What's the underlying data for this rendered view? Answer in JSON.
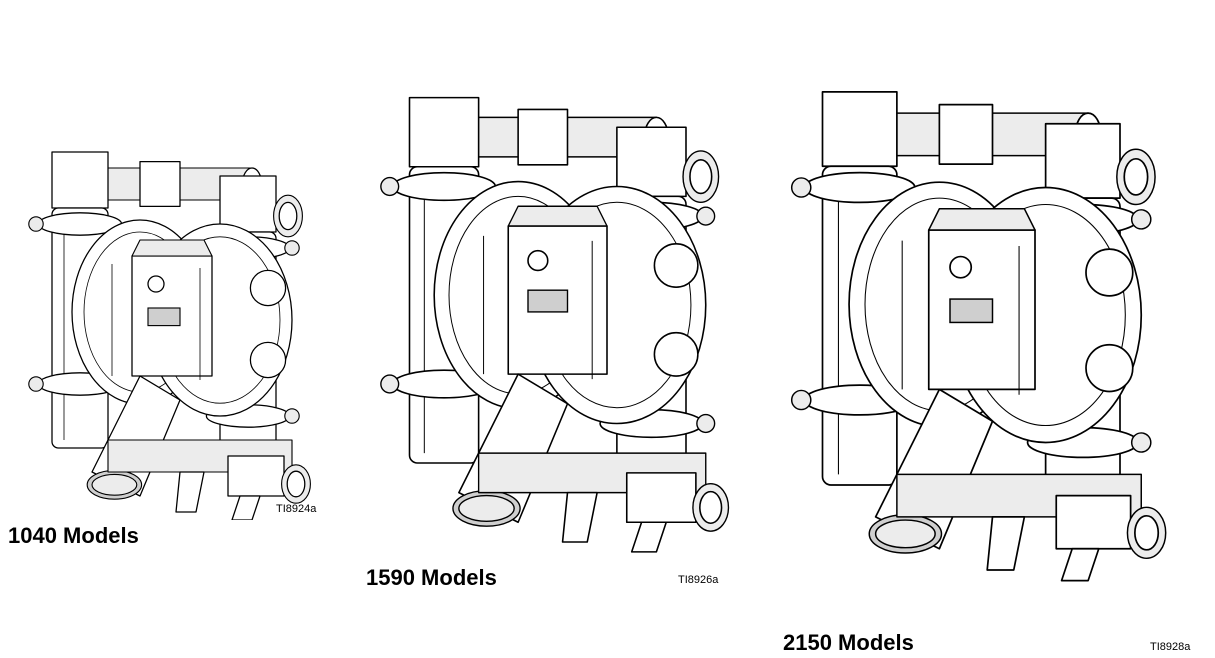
{
  "figures": [
    {
      "model_label": "1040 Models",
      "ref_code": "TI8924a"
    },
    {
      "model_label": "1590 Models",
      "ref_code": "TI8926a"
    },
    {
      "model_label": "2150 Models",
      "ref_code": "TI8928a"
    }
  ]
}
